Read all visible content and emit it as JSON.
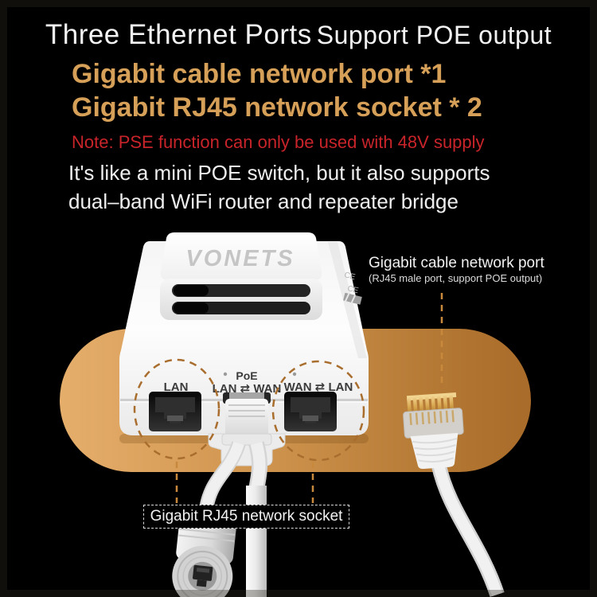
{
  "header": {
    "title_main": "Three Ethernet Ports",
    "title_sub": "Support POE output",
    "headline_line1": "Gigabit cable network port *1",
    "headline_line2": "Gigabit RJ45 network socket * 2",
    "note": "Note: PSE function can only be used with 48V supply",
    "desc_line1": "It's like a mini POE switch, but it also supports",
    "desc_line2": "dual–band WiFi router and repeater bridge"
  },
  "device": {
    "brand": "VONETS",
    "port_labels": {
      "left": "LAN",
      "middle_top": "PoE",
      "middle": "LAN ⇄ WAN",
      "right": "WAN ⇄ LAN"
    },
    "side_marks": [
      "CE",
      "CE"
    ]
  },
  "callouts": {
    "cable_port_title": "Gigabit cable network port",
    "cable_port_sub": "(RJ45 male port, support POE output)",
    "socket_label": "Gigabit RJ45 network socket"
  },
  "colors": {
    "background": "#000000",
    "title_white": "#F3F3F3",
    "headline_orange": "#D7A058",
    "note_red": "#C8242A",
    "pill_light": "#E5AE6B",
    "pill_mid": "#D0954F",
    "pill_dark": "#A96B29",
    "annotation_dash_brown": "#C8893C",
    "device_white": "#F4F4F4"
  }
}
